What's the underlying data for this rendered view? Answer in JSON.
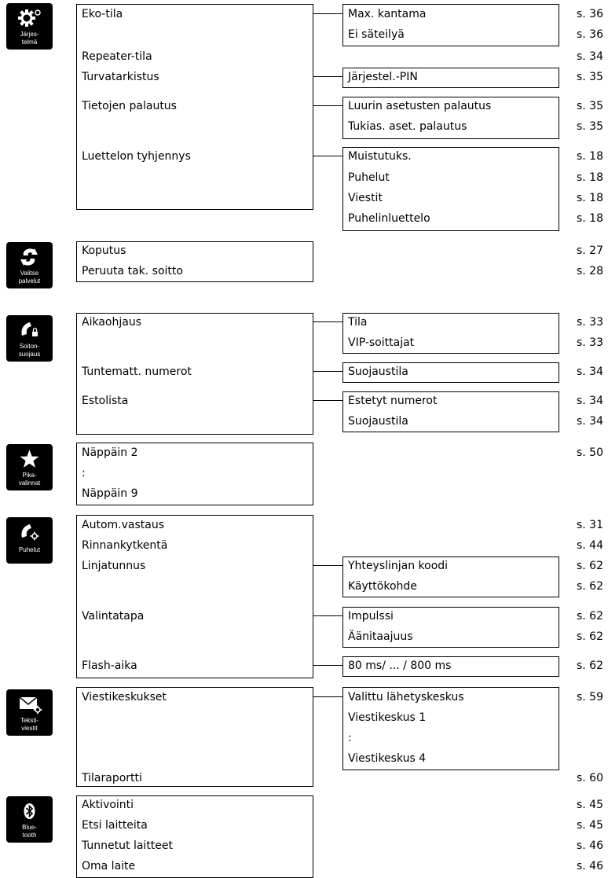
{
  "sections": [
    {
      "icon": "gear-system-icon",
      "caption": [
        "Järjes-",
        "telmä"
      ],
      "rows": [
        {
          "label": "Eko-tila",
          "subs": [
            {
              "label": "Max. kantama",
              "page": "s. 36"
            },
            {
              "label": "Ei säteilyä",
              "page": "s. 36"
            }
          ]
        },
        {
          "label": "Repeater-tila",
          "page": "s. 34"
        },
        {
          "label": "Turvatarkistus",
          "subs": [
            {
              "label": "Järjestel.-PIN",
              "page": "s. 35"
            }
          ]
        },
        {
          "label": "Tietojen palautus",
          "subs": [
            {
              "label": "Luurin asetusten palautus",
              "page": "s. 35"
            },
            {
              "label": "Tukias. aset. palautus",
              "page": "s. 35"
            }
          ]
        },
        {
          "label": "Luettelon tyhjennys",
          "subs": [
            {
              "label": "Muistutuks.",
              "page": "s. 18"
            },
            {
              "label": "Puhelut",
              "page": "s. 18"
            },
            {
              "label": "Viestit",
              "page": "s. 18"
            },
            {
              "label": "Puhelinluettelo",
              "page": "s. 18"
            }
          ]
        }
      ]
    },
    {
      "icon": "select-services-icon",
      "caption": [
        "Valitse",
        "palvelut"
      ],
      "rows": [
        {
          "label": "Koputus",
          "page": "s. 27"
        },
        {
          "label": "Peruuta tak. soitto",
          "page": "s. 28"
        }
      ]
    },
    {
      "icon": "call-protection-icon",
      "caption": [
        "Soiton-",
        "suojaus"
      ],
      "rows": [
        {
          "label": "Aikaohjaus",
          "subs": [
            {
              "label": "Tila",
              "page": "s. 33"
            },
            {
              "label": "VIP-soittajat",
              "page": "s. 33"
            }
          ]
        },
        {
          "label": "Tuntematt. numerot",
          "subs": [
            {
              "label": "Suojaustila",
              "page": "s. 34"
            }
          ]
        },
        {
          "label": "Estolista",
          "subs": [
            {
              "label": "Estetyt numerot",
              "page": "s. 34"
            },
            {
              "label": "Suojaustila",
              "page": "s. 34"
            }
          ]
        }
      ]
    },
    {
      "icon": "star-icon",
      "caption": [
        "Pika-",
        "valinnat"
      ],
      "rows": [
        {
          "label": "Näppäin 2",
          "page": "s. 50"
        },
        {
          "label": ":"
        },
        {
          "label": "Näppäin 9"
        }
      ]
    },
    {
      "icon": "phone-settings-icon",
      "caption": [
        "Puhelut"
      ],
      "rows": [
        {
          "label": "Autom.vastaus",
          "page": "s. 31"
        },
        {
          "label": "Rinnankytkentä",
          "page": "s. 44"
        },
        {
          "label": "Linjatunnus",
          "subs": [
            {
              "label": "Yhteyslinjan koodi",
              "page": "s. 62"
            },
            {
              "label": "Käyttökohde",
              "page": "s. 62"
            }
          ]
        },
        {
          "label": "Valintatapa",
          "subs": [
            {
              "label": "Impulssi",
              "page": "s. 62"
            },
            {
              "label": "Äänitaajuus",
              "page": "s. 62"
            }
          ]
        },
        {
          "label": "Flash-aika",
          "subs": [
            {
              "label": "80 ms/ ... / 800 ms",
              "page": "s. 62"
            }
          ]
        }
      ]
    },
    {
      "icon": "message-settings-icon",
      "caption": [
        "Teksti-",
        "viestit"
      ],
      "rows": [
        {
          "label": "Viestikeskukset",
          "subs": [
            {
              "label": "Valittu lähetyskeskus",
              "page": "s. 59"
            },
            {
              "label": "Viestikeskus  1"
            },
            {
              "label": ":"
            },
            {
              "label": "Viestikeskus  4"
            }
          ]
        },
        {
          "label": "Tilaraportti",
          "page": "s. 60"
        }
      ]
    },
    {
      "icon": "bluetooth-icon",
      "caption": [
        "Blue-",
        "tooth"
      ],
      "rows": [
        {
          "label": "Aktivointi",
          "page": "s. 45"
        },
        {
          "label": "Etsi laitteita",
          "page": "s. 45"
        },
        {
          "label": "Tunnetut laitteet",
          "page": "s. 46"
        },
        {
          "label": "Oma laite",
          "page": "s. 46"
        }
      ]
    }
  ]
}
